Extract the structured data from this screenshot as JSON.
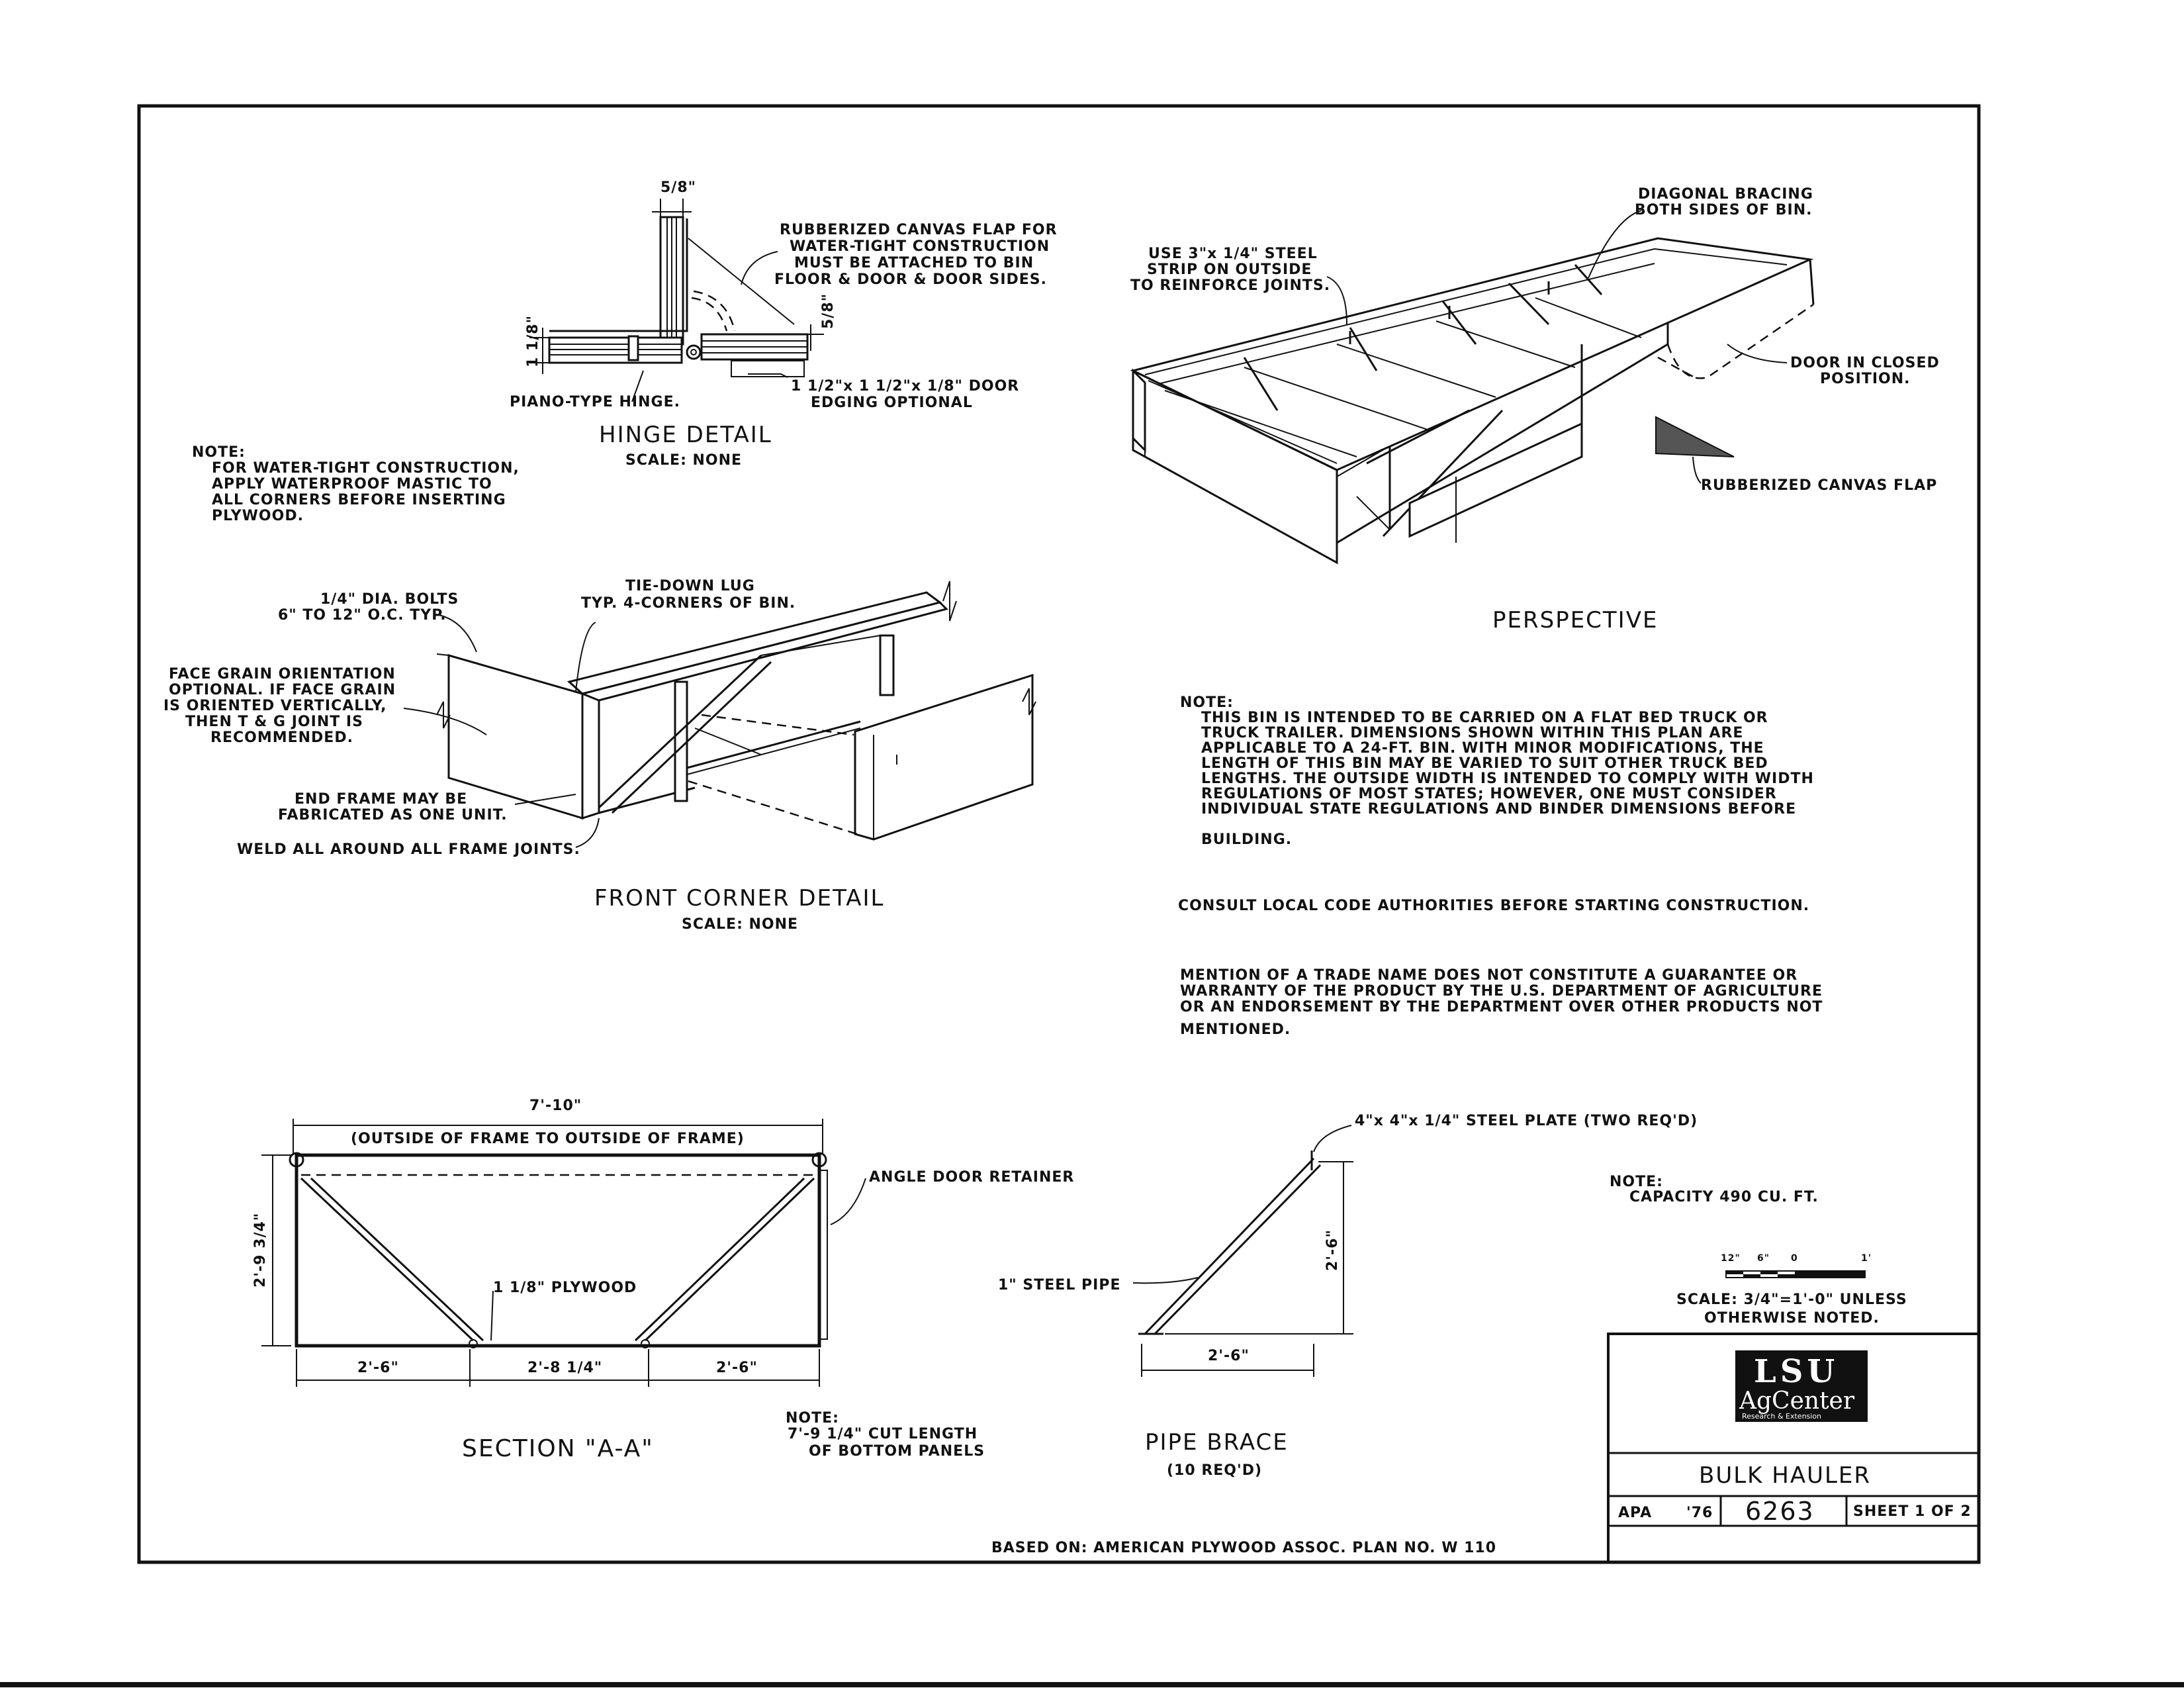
{
  "hinge": {
    "title": "HINGE DETAIL",
    "scale": "SCALE: NONE",
    "dim_top": "5/8\"",
    "dim_right": "5/8\"",
    "dim_left": "1 1/8\"",
    "flap_note": [
      "RUBBERIZED CANVAS FLAP FOR",
      "WATER-TIGHT CONSTRUCTION",
      "MUST BE ATTACHED TO BIN",
      "FLOOR & DOOR & DOOR SIDES."
    ],
    "hinge_label": "PIANO-TYPE HINGE.",
    "edging": [
      "1 1/2\"x 1 1/2\"x 1/8\" DOOR",
      "EDGING OPTIONAL"
    ]
  },
  "note_left": [
    "NOTE:",
    "FOR WATER-TIGHT CONSTRUCTION,",
    "APPLY WATERPROOF MASTIC TO",
    "ALL CORNERS BEFORE INSERTING",
    "PLYWOOD."
  ],
  "perspective": {
    "title": "PERSPECTIVE",
    "steel_strip": [
      "USE 3\"x 1/4\" STEEL",
      "STRIP ON OUTSIDE",
      "TO REINFORCE JOINTS."
    ],
    "bracing": [
      "DIAGONAL BRACING",
      "BOTH SIDES OF BIN."
    ],
    "door": [
      "DOOR IN CLOSED",
      "POSITION."
    ],
    "flap": "RUBBERIZED CANVAS FLAP"
  },
  "front_corner": {
    "title": "FRONT CORNER DETAIL",
    "scale": "SCALE: NONE",
    "bolts": [
      "1/4\" DIA. BOLTS",
      "6\" TO 12\" O.C. TYP."
    ],
    "tiedown": [
      "TIE-DOWN LUG",
      "TYP. 4-CORNERS OF BIN."
    ],
    "face_grain": [
      "FACE GRAIN ORIENTATION",
      "OPTIONAL. IF FACE GRAIN",
      "IS ORIENTED VERTICALLY,",
      "THEN T & G JOINT IS",
      "RECOMMENDED."
    ],
    "end_frame": [
      "END FRAME MAY BE",
      "FABRICATED AS ONE UNIT."
    ],
    "weld": "WELD ALL AROUND ALL FRAME JOINTS."
  },
  "note_main": [
    "NOTE:",
    "THIS BIN IS INTENDED TO BE CARRIED ON A FLAT BED TRUCK OR",
    "TRUCK TRAILER. DIMENSIONS SHOWN WITHIN THIS PLAN ARE",
    "APPLICABLE TO A 24-FT. BIN. WITH MINOR MODIFICATIONS, THE",
    "LENGTH OF THIS BIN MAY BE VARIED TO SUIT OTHER TRUCK BED",
    "LENGTHS. THE OUTSIDE WIDTH IS INTENDED TO COMPLY WITH WIDTH",
    "REGULATIONS OF MOST STATES; HOWEVER, ONE MUST CONSIDER",
    "INDIVIDUAL STATE REGULATIONS AND BINDER DIMENSIONS BEFORE",
    "BUILDING."
  ],
  "consult": "CONSULT LOCAL CODE AUTHORITIES BEFORE STARTING CONSTRUCTION.",
  "trade": [
    "MENTION OF A TRADE NAME DOES NOT CONSTITUTE A GUARANTEE OR",
    "WARRANTY OF THE PRODUCT BY THE U.S. DEPARTMENT OF AGRICULTURE",
    "OR AN ENDORSEMENT BY THE DEPARTMENT OVER OTHER PRODUCTS NOT",
    "MENTIONED."
  ],
  "section": {
    "title": "SECTION \"A-A\"",
    "overall": "7'-10\"",
    "outside": "(OUTSIDE OF FRAME TO OUTSIDE OF FRAME)",
    "height": "2'-9 3/4\"",
    "plywood": "1 1/8\" PLYWOOD",
    "retainer": "ANGLE DOOR RETAINER",
    "dims": [
      "2'-6\"",
      "2'-8 1/4\"",
      "2'-6\""
    ],
    "cut_note": [
      "NOTE:",
      "7'-9 1/4\" CUT LENGTH",
      "OF BOTTOM PANELS"
    ]
  },
  "pipe": {
    "title": "PIPE BRACE",
    "req": "(10 REQ'D)",
    "plate": "4\"x 4\"x 1/4\" STEEL PLATE (TWO REQ'D)",
    "pipe_label": "1\" STEEL PIPE",
    "height": "2'-6\"",
    "width": "2'-6\""
  },
  "capacity": [
    "NOTE:",
    "CAPACITY 490 CU. FT."
  ],
  "scale_bar": {
    "ticks": [
      "12\"",
      "6\"",
      "0",
      "1'"
    ],
    "text": [
      "SCALE: 3/4\"=1'-0\" UNLESS",
      "OTHERWISE NOTED."
    ]
  },
  "title_block": {
    "logo_top": "LSU",
    "logo_main": "AgCenter",
    "logo_sub": "Research & Extension",
    "name": "BULK HAULER",
    "apa": "APA",
    "year": "'76",
    "plan_no": "6263",
    "sheet": "SHEET 1 OF 2"
  },
  "based_on": "BASED ON: AMERICAN PLYWOOD ASSOC. PLAN NO. W 110"
}
